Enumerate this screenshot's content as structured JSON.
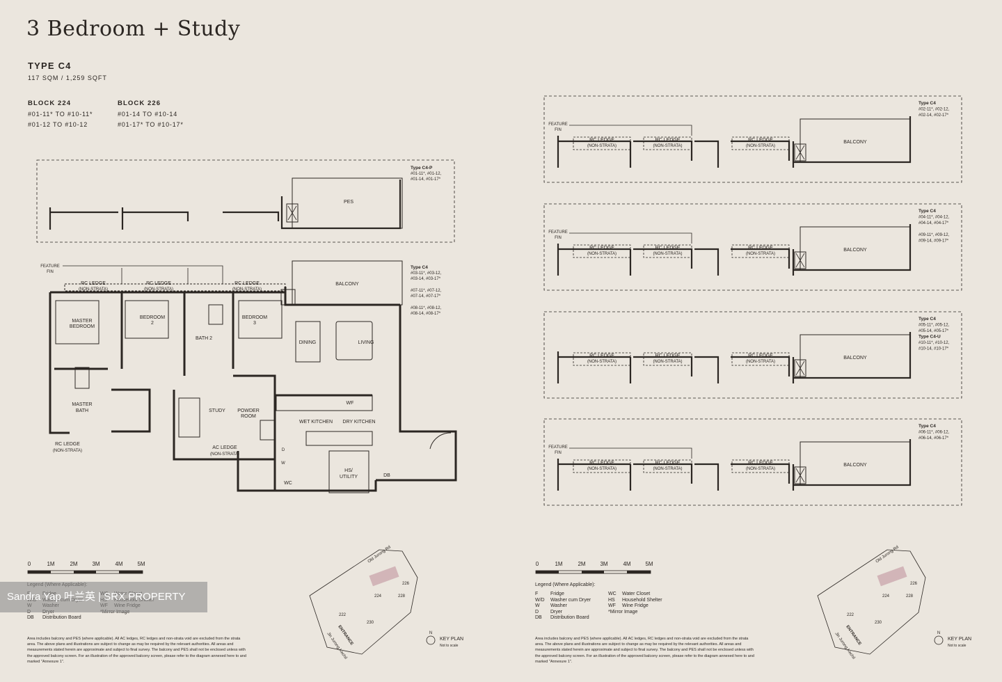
{
  "header": {
    "title": "3 Bedroom + Study",
    "type": "TYPE C4",
    "area": "117 SQM / 1,259 SQFT"
  },
  "blocks": [
    {
      "name": "BLOCK 224",
      "units": [
        "#01-11* TO #10-11*",
        "#01-12 TO #10-12"
      ]
    },
    {
      "name": "BLOCK 226",
      "units": [
        "#01-14 TO #10-14",
        "#01-17* TO #10-17*"
      ]
    }
  ],
  "ground_strip": {
    "type": "Type C4-P",
    "units": [
      "#01-11*, #01-12,",
      "#01-14, #01-17*"
    ],
    "pes": "PES"
  },
  "main_plan": {
    "type": "Type C4",
    "unit_groups": [
      [
        "#03-11*, #03-12,",
        "#03-14, #03-17*"
      ],
      [
        "#07-11*, #07-12,",
        "#07-14, #07-17*"
      ],
      [
        "#08-11*, #08-12,",
        "#08-14, #08-17*"
      ]
    ],
    "rooms": {
      "feature_fin": [
        "FEATURE",
        "FIN"
      ],
      "rc_ledge": [
        "RC LEDGE",
        "(NON-STRATA)"
      ],
      "balcony": "BALCONY",
      "master_bedroom": [
        "MASTER",
        "BEDROOM"
      ],
      "bedroom2": [
        "BEDROOM",
        "2"
      ],
      "bath2": "BATH 2",
      "bedroom3": [
        "BEDROOM",
        "3"
      ],
      "dining": "DINING",
      "living": "LIVING",
      "master_bath": [
        "MASTER",
        "BATH"
      ],
      "study": "STUDY",
      "powder": [
        "POWDER",
        "ROOM"
      ],
      "wet_kitchen": "WET KITCHEN",
      "dry_kitchen": "DRY KITCHEN",
      "wf": "WF",
      "ac_ledge": [
        "AC LEDGE",
        "(NON-STRATA)"
      ],
      "rc_ledge_bottom": [
        "RC LEDGE",
        "(NON-STRATA)"
      ],
      "hs": [
        "HS/",
        "UTILITY"
      ],
      "db": "DB",
      "wc": "WC",
      "d": "D",
      "w": "W"
    }
  },
  "variants": [
    {
      "lines": [
        "Type C4",
        "#02-11*, #02-12,",
        "#02-14, #02-17*"
      ],
      "fin": true
    },
    {
      "lines": [
        "Type C4",
        "#04-11*, #04-12,",
        "#04-14, #04-17*",
        "",
        "#09-11*, #09-12,",
        "#09-14, #09-17*"
      ],
      "fin": true
    },
    {
      "lines": [
        "Type C4",
        "#05-11*, #05-12,",
        "#05-14, #05-17*",
        "Type C4-U",
        "#10-11*, #10-12,",
        "#10-14, #10-17*"
      ],
      "fin": false
    },
    {
      "lines": [
        "Type C4",
        "#06-11*, #06-12,",
        "#06-14, #06-17*"
      ],
      "fin": true
    }
  ],
  "strip_labels": {
    "rc_ledge": [
      "RC LEDGE",
      "(NON-STRATA)"
    ],
    "balcony": "BALCONY",
    "feature_fin": [
      "FEATURE",
      "FIN"
    ]
  },
  "scale": {
    "ticks": [
      "0",
      "1M",
      "2M",
      "3M",
      "4M",
      "5M"
    ]
  },
  "legend": {
    "heading": "Legend (Where Applicable):",
    "left": [
      {
        "code": "F",
        "text": "Fridge"
      },
      {
        "code": "W/D",
        "text": "Washer cum Dryer"
      },
      {
        "code": "W",
        "text": "Washer"
      },
      {
        "code": "D",
        "text": "Dryer"
      },
      {
        "code": "DB",
        "text": "Distribution Board"
      }
    ],
    "right": [
      {
        "code": "WC",
        "text": "Water Closet"
      },
      {
        "code": "HS",
        "text": "Household Shelter"
      },
      {
        "code": "WF",
        "text": "Wine Fridge"
      },
      {
        "code": "",
        "text": "*Mirror Image"
      }
    ]
  },
  "note": "Area includes balcony and PES (where applicable). All AC ledges, RC ledges and non-strata void are excluded from the strata area. The above plans and illustrations are subject to change as may be required by the relevant authorities. All areas and measurements stated herein are approximate and subject to final survey. The balcony and PES shall not be enclosed unless with the approved balcony screen. For an illustration of the approved balcony screen, please refer to the diagram annexed here to and marked \"Annexure 1\".",
  "keyplan": {
    "label": "KEY PLAN",
    "sub": "Not to scale",
    "north": "N",
    "roads": [
      "Old Jurong Rd",
      "Jln Jurong Kechil"
    ],
    "entrance": "ENTRANCE",
    "blocks": [
      "226",
      "224",
      "228",
      "222",
      "230"
    ]
  },
  "watermark": "Sandra Yap 叶兰英 | SRX PROPERTY",
  "colors": {
    "background": "#ebe6de",
    "ink": "#2b2622",
    "highlight": "#c8a0a8"
  }
}
